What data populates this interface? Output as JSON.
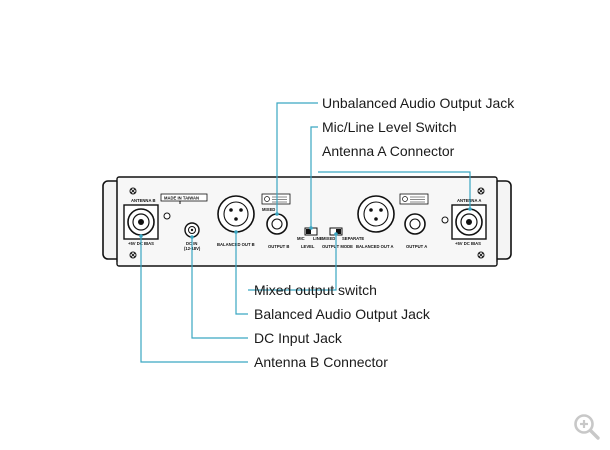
{
  "callouts": {
    "unbalanced_audio_output_jack": "Unbalanced Audio Output Jack",
    "mic_line_level_switch": "Mic/Line Level Switch",
    "antenna_a_connector": "Antenna A Connector",
    "mixed_output_switch": "Mixed output switch",
    "balanced_audio_output_jack": "Balanced Audio Output Jack",
    "dc_input_jack": "DC Input Jack",
    "antenna_b_connector": "Antenna B Connector"
  },
  "panel_labels": {
    "antenna_b": "ANTENNA B",
    "made_in_taiwan": "MADE IN TAIWAN",
    "bias_left": "+5V DC BIAS",
    "dc_in": "DC IN",
    "dc_in_voltage": "(12-18V)",
    "balanced_out_b": "BALANCED OUT B",
    "mixed": "MIXED",
    "output_b": "OUTPUT B",
    "mic": "MIC",
    "line": "LINE",
    "level": "LEVEL",
    "mixed_switch": "MIXED",
    "separate": "SEPARATE",
    "output_mode": "OUTPUT MODE",
    "balanced_out_a": "BALANCED OUT A",
    "output_a": "OUTPUT A",
    "antenna_a": "ANTENNA A",
    "bias_right": "+5V DC BIAS"
  },
  "colors": {
    "leader": "#3aa6c2",
    "panel": "#f2f2f2",
    "outline": "#111111"
  },
  "icons": {
    "zoom": "zoom-in-icon"
  }
}
